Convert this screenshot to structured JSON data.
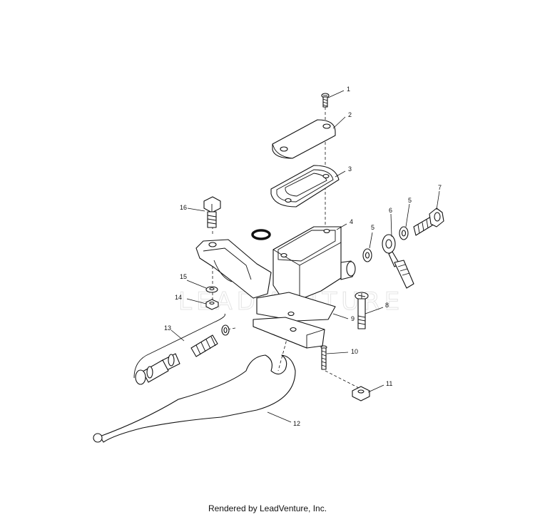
{
  "watermark": "LEADVENTURE",
  "footer": {
    "text": "Rendered by LeadVenture, Inc."
  },
  "callouts": {
    "c1": "1",
    "c2": "2",
    "c3": "3",
    "c4": "4",
    "c5a": "5",
    "c5b": "5",
    "c6": "6",
    "c7": "7",
    "c8": "8",
    "c9": "9",
    "c10": "10",
    "c11": "11",
    "c12": "12",
    "c13": "13",
    "c14": "14",
    "c15": "15",
    "c16": "16"
  }
}
